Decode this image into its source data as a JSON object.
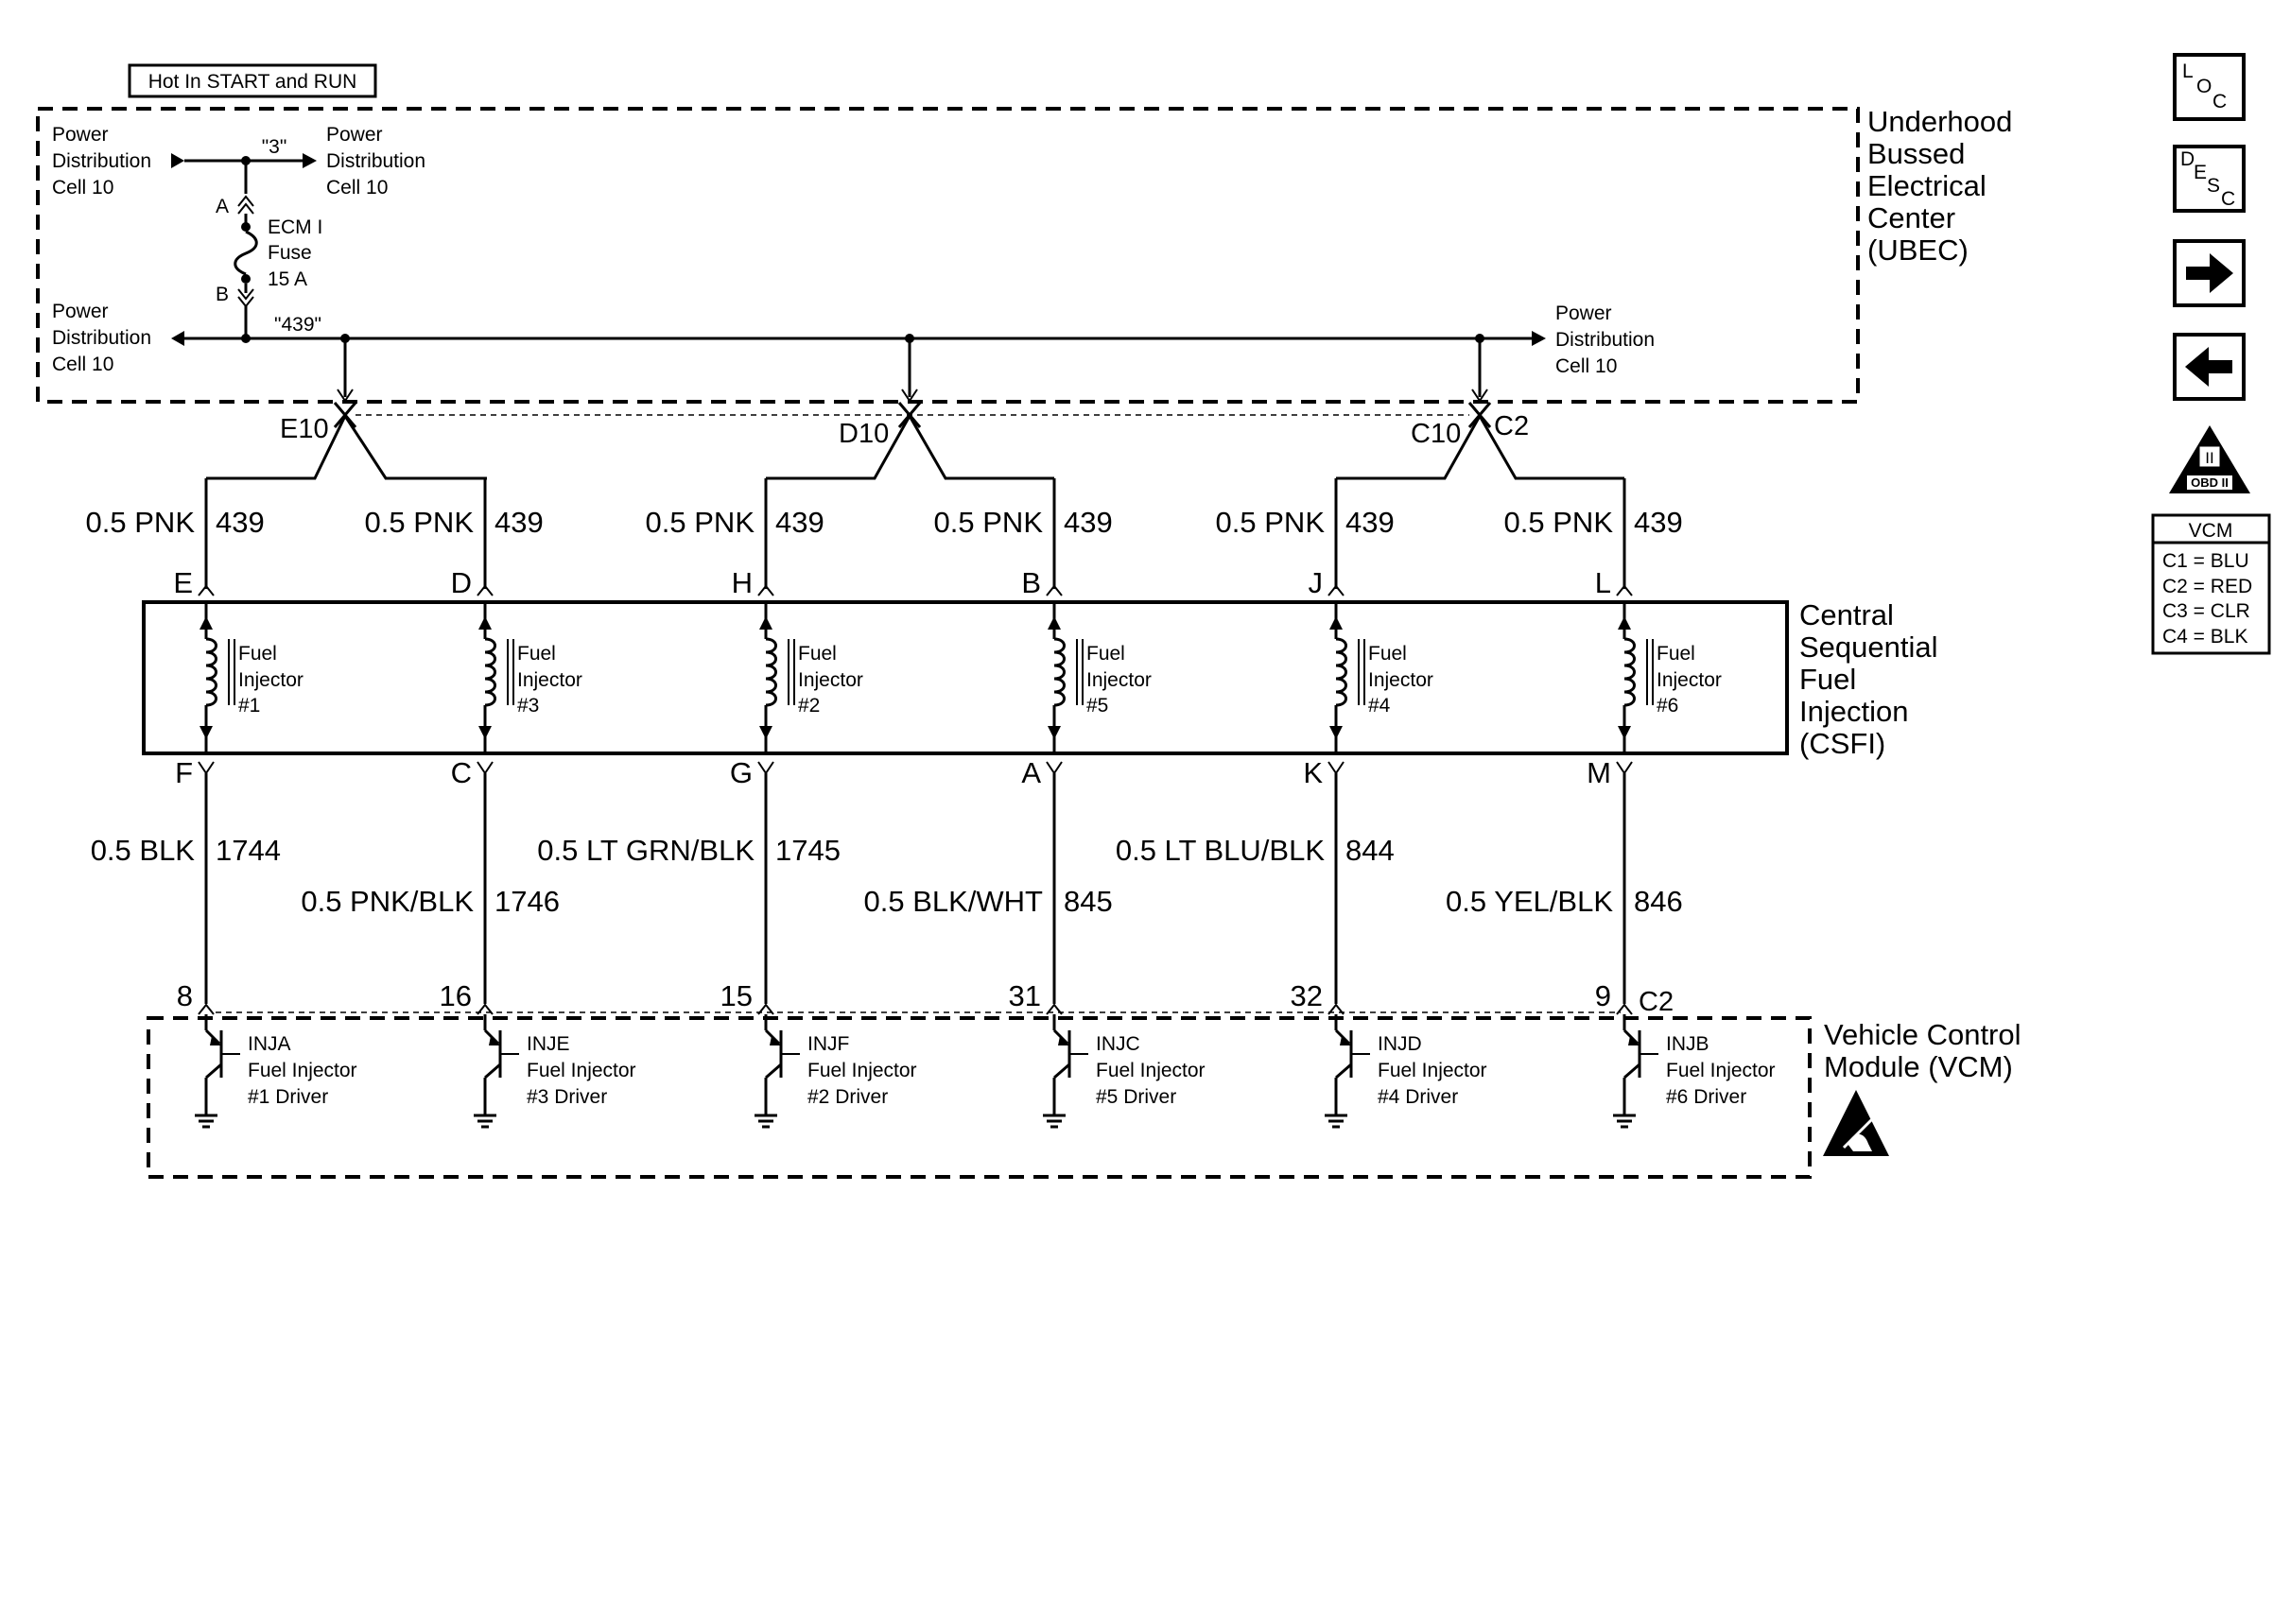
{
  "hot_label": "Hot In START and RUN",
  "ubec": {
    "title_lines": [
      "Underhood",
      "Bussed",
      "Electrical",
      "Center",
      "(UBEC)"
    ],
    "pd_top_left": [
      "Power",
      "Distribution",
      "Cell 10"
    ],
    "pd_top_right": [
      "Power",
      "Distribution",
      "Cell 10"
    ],
    "pd_bottom_left": [
      "Power",
      "Distribution",
      "Cell 10"
    ],
    "pd_bottom_right": [
      "Power",
      "Distribution",
      "Cell 10"
    ],
    "circuit_top": "\"3\"",
    "circuit_bus": "\"439\"",
    "fuse_term_a": "A",
    "fuse_term_b": "B",
    "fuse_lines": [
      "ECM I",
      "Fuse",
      "15 A"
    ]
  },
  "splices": {
    "e10": "E10",
    "d10": "D10",
    "c10": "C10",
    "c2": "C2"
  },
  "csfi": {
    "title_lines": [
      "Central",
      "Sequential",
      "Fuel",
      "Injection",
      "(CSFI)"
    ]
  },
  "vcm": {
    "title_lines": [
      "Vehicle Control",
      "Module (VCM)"
    ],
    "connector": "C2"
  },
  "injectors": [
    {
      "top_pin": "E",
      "bottom_pin": "F",
      "top_wire": "0.5 PNK",
      "top_circuit": "439",
      "bottom_wire": "0.5 BLK",
      "bottom_circuit": "1744",
      "label": [
        "Fuel",
        "Injector",
        "#1"
      ],
      "vcm_pin": "8",
      "driver": [
        "INJA",
        "Fuel Injector",
        "#1 Driver"
      ]
    },
    {
      "top_pin": "D",
      "bottom_pin": "C",
      "top_wire": "0.5 PNK",
      "top_circuit": "439",
      "bottom_wire": "0.5 PNK/BLK",
      "bottom_circuit": "1746",
      "label": [
        "Fuel",
        "Injector",
        "#3"
      ],
      "vcm_pin": "16",
      "driver": [
        "INJE",
        "Fuel Injector",
        "#3 Driver"
      ]
    },
    {
      "top_pin": "H",
      "bottom_pin": "G",
      "top_wire": "0.5 PNK",
      "top_circuit": "439",
      "bottom_wire": "0.5 LT GRN/BLK",
      "bottom_circuit": "1745",
      "label": [
        "Fuel",
        "Injector",
        "#2"
      ],
      "vcm_pin": "15",
      "driver": [
        "INJF",
        "Fuel Injector",
        "#2 Driver"
      ]
    },
    {
      "top_pin": "B",
      "bottom_pin": "A",
      "top_wire": "0.5 PNK",
      "top_circuit": "439",
      "bottom_wire": "0.5 BLK/WHT",
      "bottom_circuit": "845",
      "label": [
        "Fuel",
        "Injector",
        "#5"
      ],
      "vcm_pin": "31",
      "driver": [
        "INJC",
        "Fuel Injector",
        "#5 Driver"
      ]
    },
    {
      "top_pin": "J",
      "bottom_pin": "K",
      "top_wire": "0.5 PNK",
      "top_circuit": "439",
      "bottom_wire": "0.5 LT BLU/BLK",
      "bottom_circuit": "844",
      "label": [
        "Fuel",
        "Injector",
        "#4"
      ],
      "vcm_pin": "32",
      "driver": [
        "INJD",
        "Fuel Injector",
        "#4 Driver"
      ]
    },
    {
      "top_pin": "L",
      "bottom_pin": "M",
      "top_wire": "0.5 PNK",
      "top_circuit": "439",
      "bottom_wire": "0.5 YEL/BLK",
      "bottom_circuit": "846",
      "label": [
        "Fuel",
        "Injector",
        "#6"
      ],
      "vcm_pin": "9",
      "driver": [
        "INJB",
        "Fuel Injector",
        "#6 Driver"
      ]
    }
  ],
  "side_icons": {
    "loc": [
      "L",
      "O",
      "C"
    ],
    "desc": [
      "D",
      "E",
      "S",
      "C"
    ],
    "obd": [
      "II",
      "OBD II"
    ],
    "next": "right-arrow-icon",
    "prev": "left-arrow-icon"
  },
  "vcm_table": {
    "header": "VCM",
    "rows": [
      "C1 = BLU",
      "C2 = RED",
      "C3 = CLR",
      "C4 = BLK"
    ]
  }
}
